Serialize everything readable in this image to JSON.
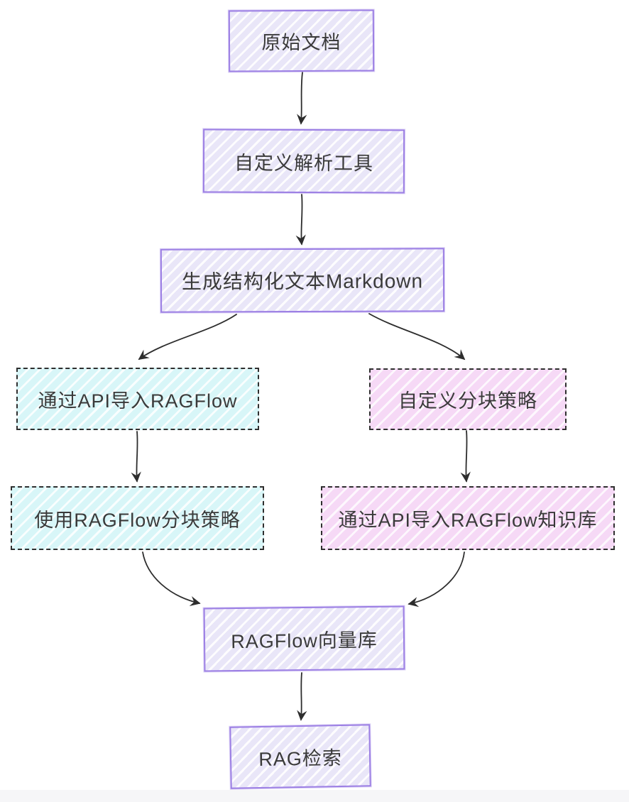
{
  "diagram": {
    "type": "flowchart",
    "colors": {
      "purple_border": "#9c7fe4",
      "purple_fill": "#e9e6f8",
      "cyan_fill": "#d8f6f8",
      "pink_fill": "#f6d9f6",
      "dashed_border": "#2f2f2f",
      "arrow": "#2d2d2d",
      "text": "#3a3a3a"
    },
    "nodes": [
      {
        "id": "source-doc",
        "label": "原始文档",
        "style": "purple"
      },
      {
        "id": "custom-parser",
        "label": "自定义解析工具",
        "style": "purple"
      },
      {
        "id": "markdown-output",
        "label": "生成结构化文本Markdown",
        "style": "purple"
      },
      {
        "id": "api-import-ragflow",
        "label": "通过API导入RAGFlow",
        "style": "cyan-dashed"
      },
      {
        "id": "custom-chunking",
        "label": "自定义分块策略",
        "style": "pink-dashed"
      },
      {
        "id": "ragflow-chunking",
        "label": "使用RAGFlow分块策略",
        "style": "cyan-dashed"
      },
      {
        "id": "api-import-kb",
        "label": "通过API导入RAGFlow知识库",
        "style": "pink-dashed"
      },
      {
        "id": "vector-store",
        "label": "RAGFlow向量库",
        "style": "purple"
      },
      {
        "id": "rag-retrieval",
        "label": "RAG检索",
        "style": "purple"
      }
    ],
    "edges": [
      {
        "from": "source-doc",
        "to": "custom-parser"
      },
      {
        "from": "custom-parser",
        "to": "markdown-output"
      },
      {
        "from": "markdown-output",
        "to": "api-import-ragflow"
      },
      {
        "from": "markdown-output",
        "to": "custom-chunking"
      },
      {
        "from": "api-import-ragflow",
        "to": "ragflow-chunking"
      },
      {
        "from": "custom-chunking",
        "to": "api-import-kb"
      },
      {
        "from": "ragflow-chunking",
        "to": "vector-store"
      },
      {
        "from": "api-import-kb",
        "to": "vector-store"
      },
      {
        "from": "vector-store",
        "to": "rag-retrieval"
      }
    ]
  }
}
